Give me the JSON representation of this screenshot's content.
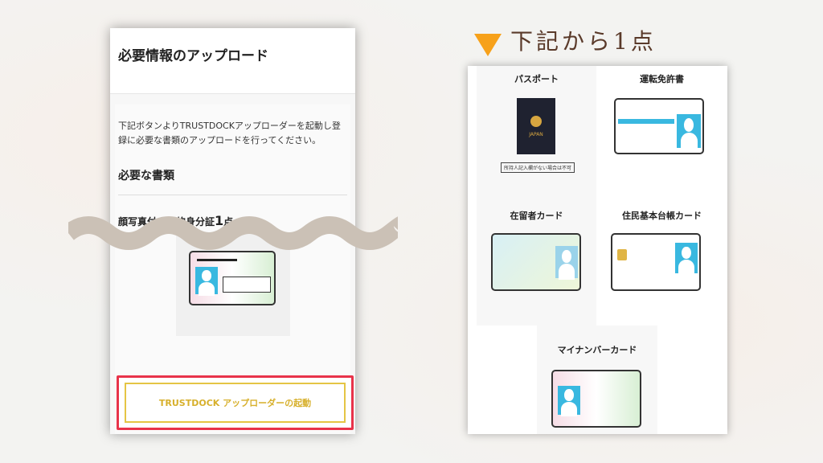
{
  "left_panel": {
    "title": "必要情報のアップロード",
    "description": "下記ボタンよりTRUSTDOCKアップローダーを起動し登録に必要な書類のアップロードを行ってください。",
    "section_title": "必要な書類",
    "subsection_prefix": "顔写真付き公的身分証",
    "subsection_count": "1",
    "subsection_suffix": "点",
    "launch_button": "TRUSTDOCK アップローダーの起動"
  },
  "right_panel": {
    "heading": "下記から1点",
    "documents": [
      {
        "label": "パスポート",
        "note": "所持人記入欄がない場合は不可"
      },
      {
        "label": "運転免許書"
      },
      {
        "label": "在留者カード"
      },
      {
        "label": "住民基本台帳カード"
      },
      {
        "label": "マイナンバーカード"
      }
    ]
  },
  "colors": {
    "accent_triangle": "#f7a11a",
    "button_highlight": "#e8334a",
    "button_text": "#d7b02c",
    "photo_blue": "#39b8e0",
    "wave": "#cbc1b6"
  }
}
